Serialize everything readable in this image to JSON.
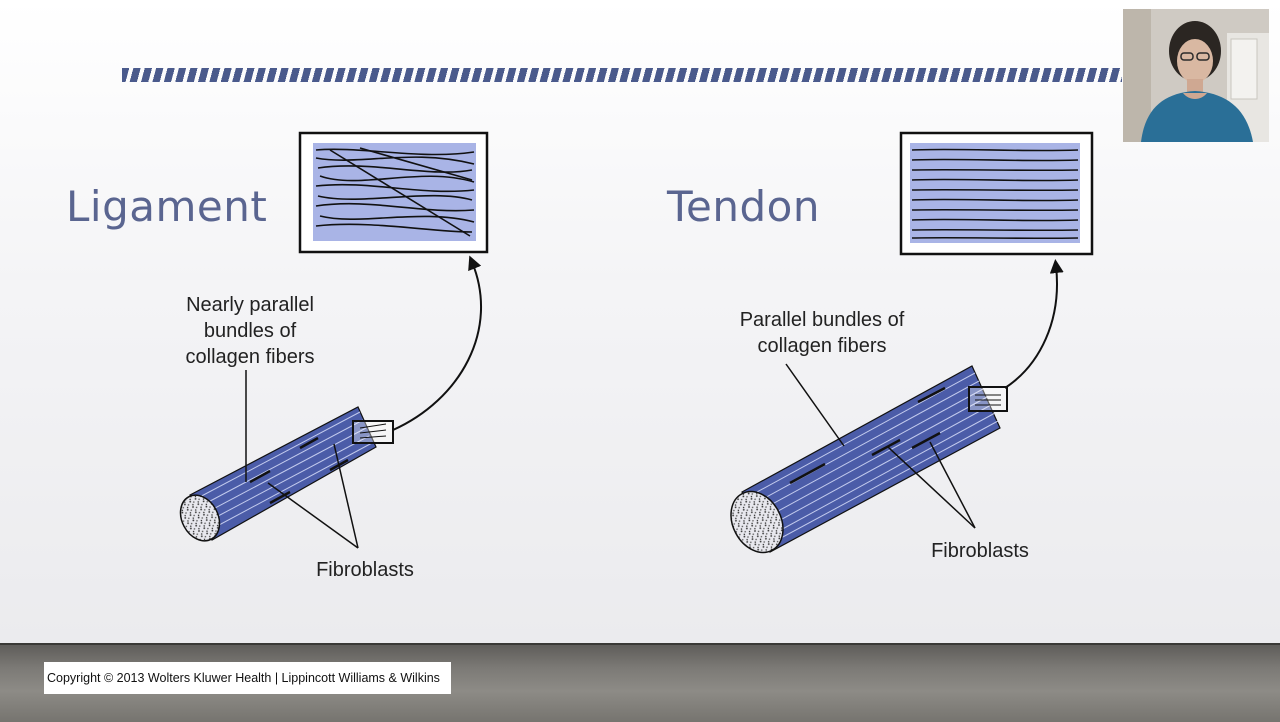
{
  "ligament": {
    "title": "Ligament",
    "label_lines": [
      "Nearly parallel",
      "bundles of",
      "collagen fibers"
    ],
    "fibroblasts_label": "Fibroblasts"
  },
  "tendon": {
    "title": "Tendon",
    "label_lines": [
      "Parallel bundles of",
      "collagen fibers"
    ],
    "fibroblasts_label": "Fibroblasts"
  },
  "footer": {
    "copyright": "Copyright © 2013 Wolters Kluwer Health | Lippincott Williams & Wilkins"
  },
  "colors": {
    "accent": "#5a6590",
    "fiber_fill": "#a9b4e6",
    "bundle_fill": "#4b5ca8",
    "dash": "#4a5a8c"
  }
}
